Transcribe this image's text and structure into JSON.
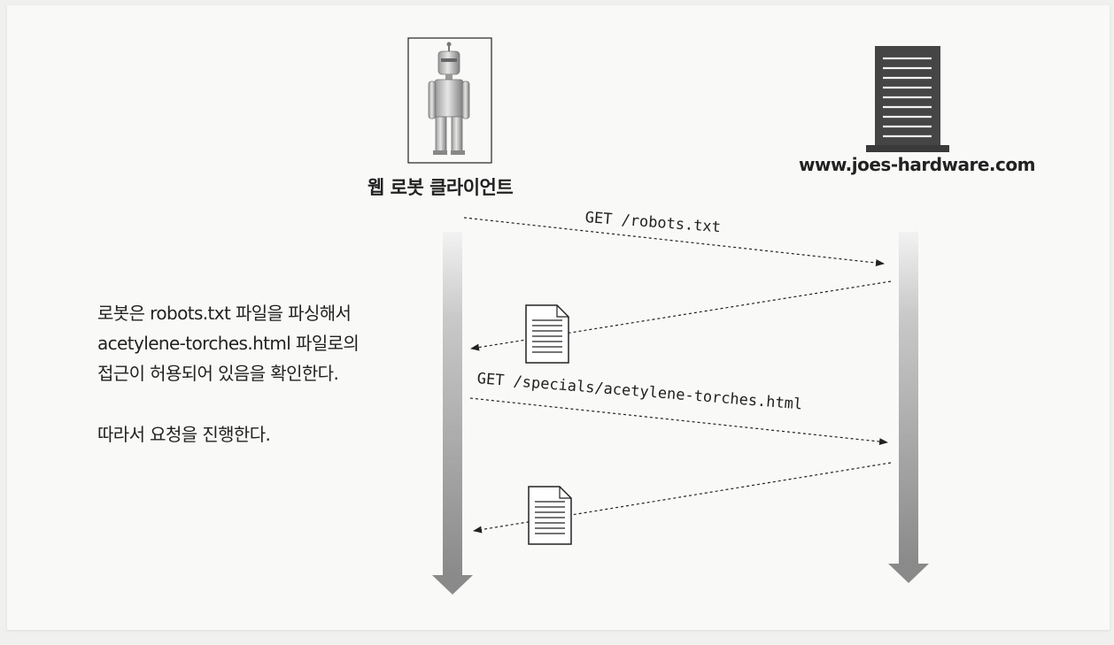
{
  "client": {
    "label": "웹 로봇 클라이언트",
    "icon": "robot-icon"
  },
  "server": {
    "label": "www.joes-hardware.com",
    "icon": "server-icon"
  },
  "messages": [
    {
      "text": "GET /robots.txt",
      "direction": "client-to-server"
    },
    {
      "text": "GET /specials/acetylene-torches.html",
      "direction": "client-to-server"
    }
  ],
  "responses": [
    {
      "icon": "document-icon",
      "direction": "server-to-client"
    },
    {
      "icon": "document-icon",
      "direction": "server-to-client"
    }
  ],
  "note": {
    "lines": [
      "로봇은 robots.txt 파일을 파싱해서",
      "acetylene-torches.html 파일로의",
      "접근이 허용되어 있음을 확인한다."
    ],
    "conclusion": "따라서 요청을 진행한다."
  }
}
